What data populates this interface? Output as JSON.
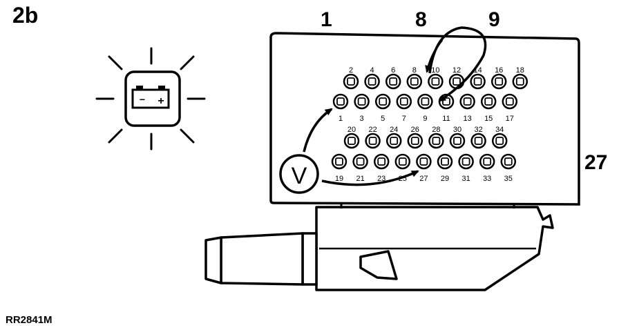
{
  "figure_label": "2b",
  "reference_code": "RR2841M",
  "callouts": {
    "c1": "1",
    "c8": "8",
    "c9": "9",
    "c27": "27"
  },
  "meter_symbol": "V",
  "battery_symbols": {
    "minus": "−",
    "plus": "+"
  },
  "icons": {
    "battery": "battery-warning-icon",
    "voltmeter": "voltmeter-icon",
    "connector": "connector-plug-icon"
  },
  "pins": {
    "row1": [
      "2",
      "4",
      "6",
      "8",
      "10",
      "12",
      "14",
      "16",
      "18"
    ],
    "row2": [
      "1",
      "3",
      "5",
      "7",
      "9",
      "11",
      "13",
      "15",
      "17"
    ],
    "row3": [
      "20",
      "22",
      "24",
      "26",
      "28",
      "30",
      "32",
      "34"
    ],
    "row4": [
      "19",
      "21",
      "23",
      "25",
      "27",
      "29",
      "31",
      "33",
      "35"
    ]
  }
}
